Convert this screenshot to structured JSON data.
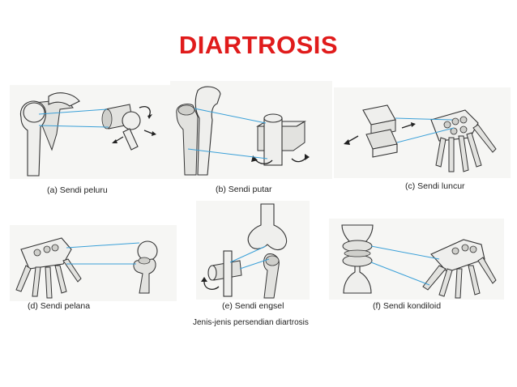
{
  "title": "DIARTROSIS",
  "colors": {
    "title": "#e01b1b",
    "connector": "#3aa0d8"
  },
  "panels": [
    {
      "id": "a",
      "caption": "(a) Sendi peluru"
    },
    {
      "id": "b",
      "caption": "(b) Sendi putar"
    },
    {
      "id": "c",
      "caption": "(c) Sendi luncur"
    },
    {
      "id": "d",
      "caption": "(d) Sendi pelana"
    },
    {
      "id": "e",
      "caption": "(e) Sendi engsel"
    },
    {
      "id": "f",
      "caption": "(f) Sendi kondiloid"
    }
  ],
  "figure_caption": "Jenis-jenis persendian diartrosis"
}
